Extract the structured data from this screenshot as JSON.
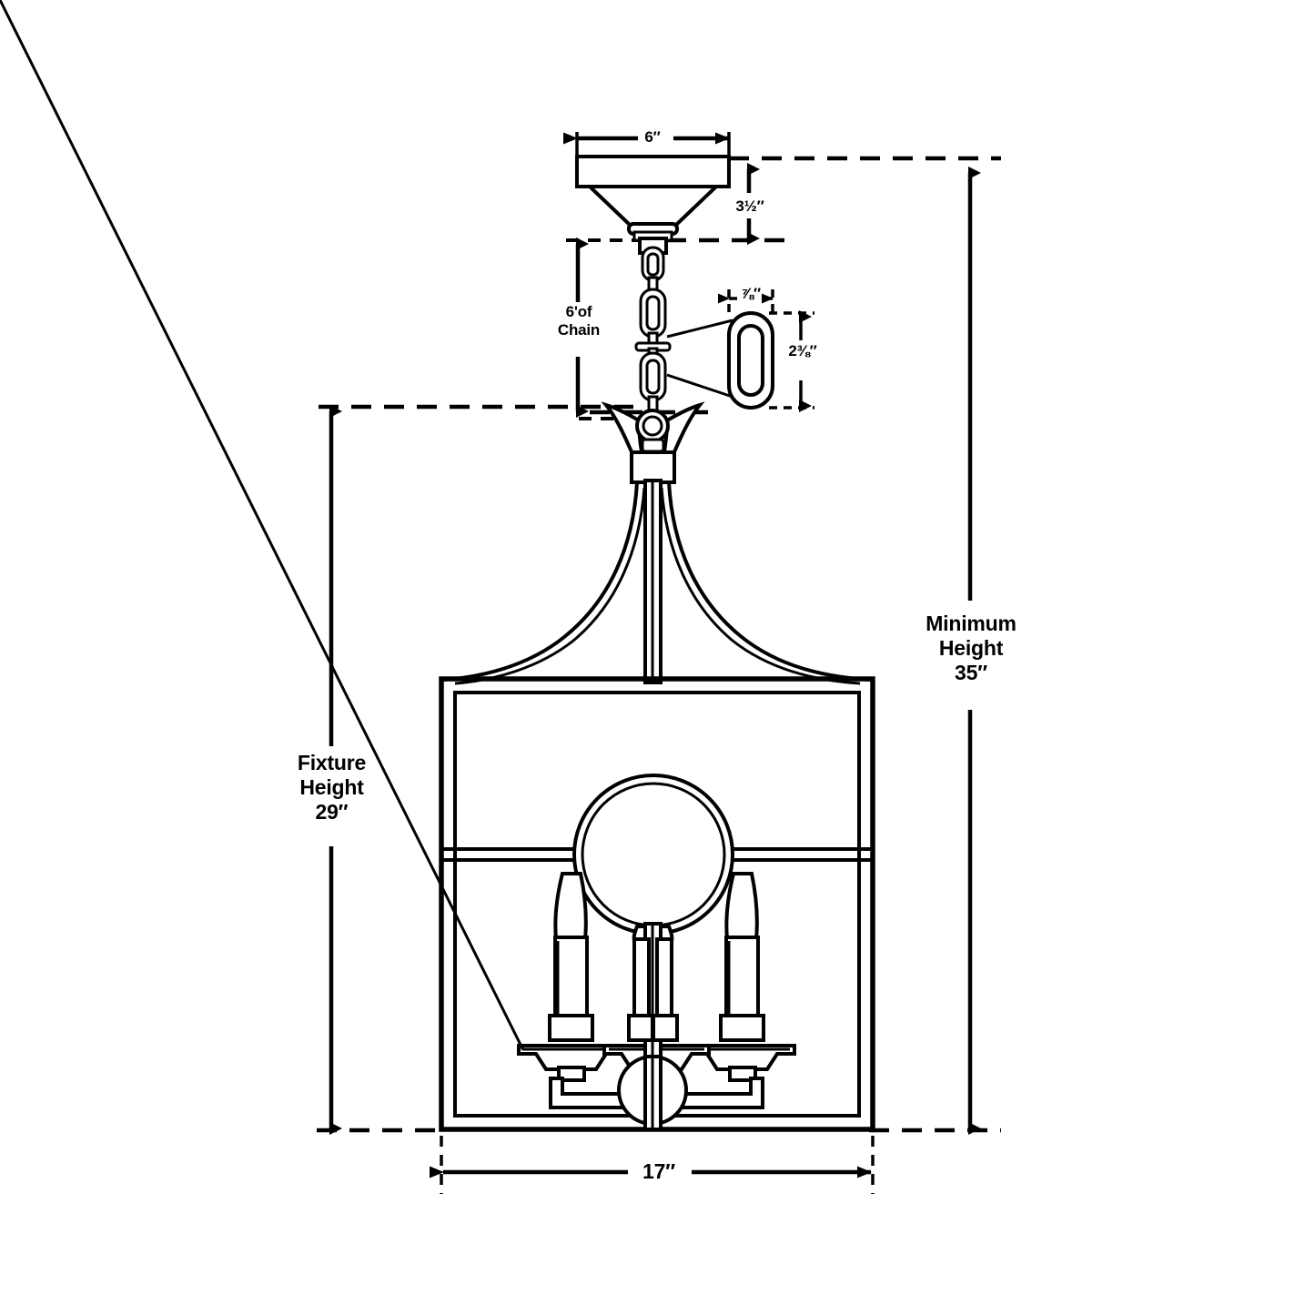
{
  "drawing": {
    "title": "Lantern Pendant Dimensional Drawing",
    "line_color": "#000000",
    "background_color": "#ffffff"
  },
  "dimensions": {
    "canopy_width": "6″",
    "canopy_drop": "3½″",
    "chain_length": "6'of\nChain",
    "chain_link_width": "⅞″",
    "chain_link_height": "2⅜″",
    "fixture_height": "Fixture\nHeight\n29″",
    "minimum_height": "Minimum\nHeight\n35″",
    "fixture_width": "17″"
  },
  "parts": {
    "canopy": "canopy",
    "chain": "chain",
    "chain_link_detail": "chain-link-detail",
    "crown_finial": "crown-finial",
    "lantern_frame": "lantern-frame",
    "center_ring": "center-ring",
    "candle_cluster": "candle-cluster",
    "center_sphere": "center-sphere"
  }
}
